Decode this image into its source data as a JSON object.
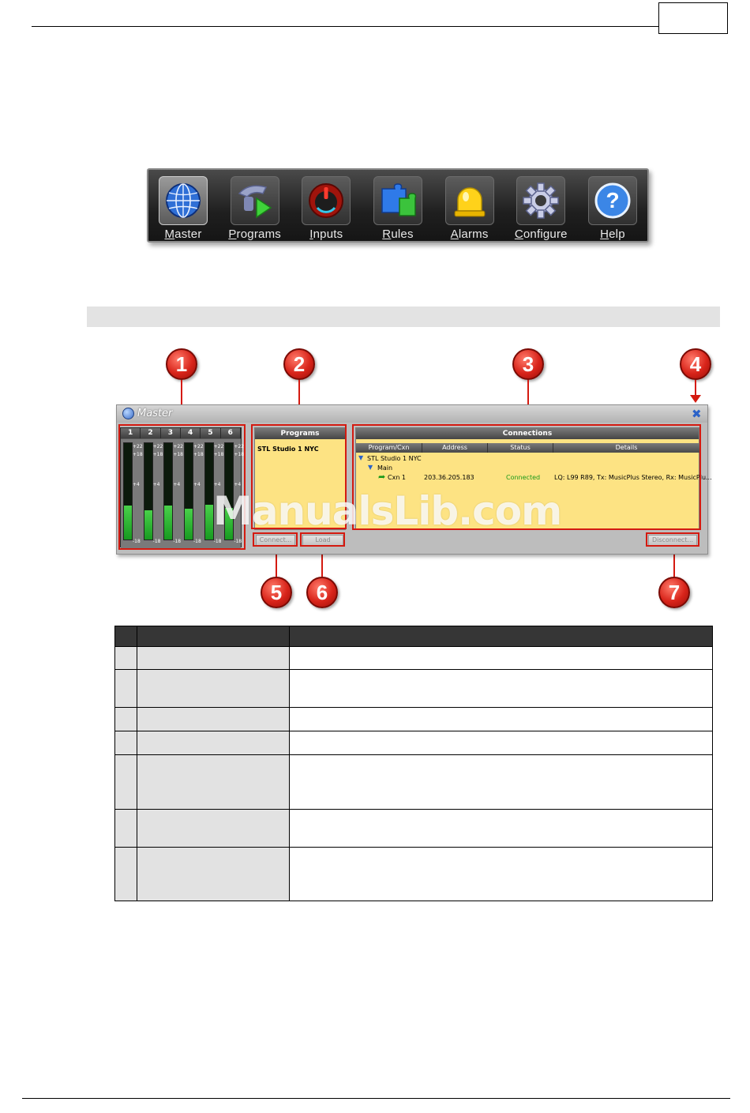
{
  "toolbar": {
    "items": [
      {
        "label": "Master",
        "icon": "globe-icon",
        "active": true
      },
      {
        "label": "Programs",
        "icon": "phone-play-icon",
        "active": false
      },
      {
        "label": "Inputs",
        "icon": "power-dial-icon",
        "active": false
      },
      {
        "label": "Rules",
        "icon": "puzzle-icon",
        "active": false
      },
      {
        "label": "Alarms",
        "icon": "alarm-light-icon",
        "active": false
      },
      {
        "label": "Configure",
        "icon": "gear-icon",
        "active": false
      },
      {
        "label": "Help",
        "icon": "help-icon",
        "active": false
      }
    ]
  },
  "master_window": {
    "title": "Master",
    "meters": {
      "channels": [
        "1",
        "2",
        "3",
        "4",
        "5",
        "6"
      ],
      "scale": [
        "+22",
        "+18",
        "+4",
        "-18"
      ],
      "levels": [
        0.35,
        0.3,
        0.35,
        0.32,
        0.36,
        0.33
      ]
    },
    "programs": {
      "header": "Programs",
      "items": [
        "STL Studio 1 NYC"
      ]
    },
    "connections": {
      "header": "Connections",
      "columns": [
        "Program/Cxn",
        "Address",
        "Status",
        "Details"
      ],
      "tree": {
        "program": "STL Studio 1 NYC",
        "group": "Main",
        "cxn": {
          "name": "Cxn 1",
          "address": "203.36.205.183",
          "status": "Connected",
          "details": "LQ: L99 R89, Tx: MusicPlus Stereo, Rx: MusicPlu..."
        }
      }
    },
    "buttons": {
      "connect": "Connect...",
      "load": "Load",
      "disconnect": "Disconnect..."
    }
  },
  "callouts": [
    "1",
    "2",
    "3",
    "4",
    "5",
    "6",
    "7"
  ],
  "watermark": "ManualsLib.com",
  "colors": {
    "callout_red": "#d41a10",
    "panel_yellow": "#fde383",
    "status_green": "#1a9a1a",
    "meter_green": "#2fbf35"
  },
  "table": {
    "rows": 7
  }
}
